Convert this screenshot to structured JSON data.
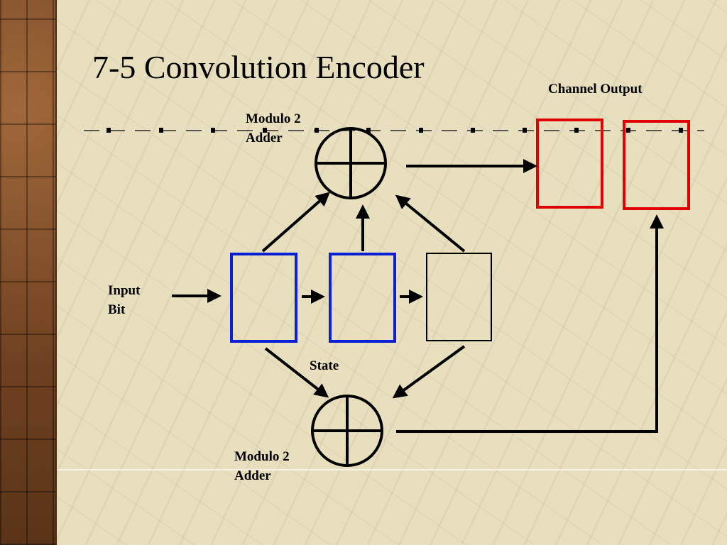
{
  "slide": {
    "title": "7-5 Convolution Encoder"
  },
  "labels": {
    "channel_output": "Channel Output",
    "top_adder_line1": "Modulo 2",
    "top_adder_line2": "Adder",
    "input_line1": "Input",
    "input_line2": "Bit",
    "state": "State",
    "bottom_adder_line1": "Modulo 2",
    "bottom_adder_line2": "Adder"
  },
  "colors": {
    "register_active": "#0a1fd6",
    "register_plain": "#000000",
    "output_box": "#e00000",
    "background": "#e8dfbf"
  }
}
